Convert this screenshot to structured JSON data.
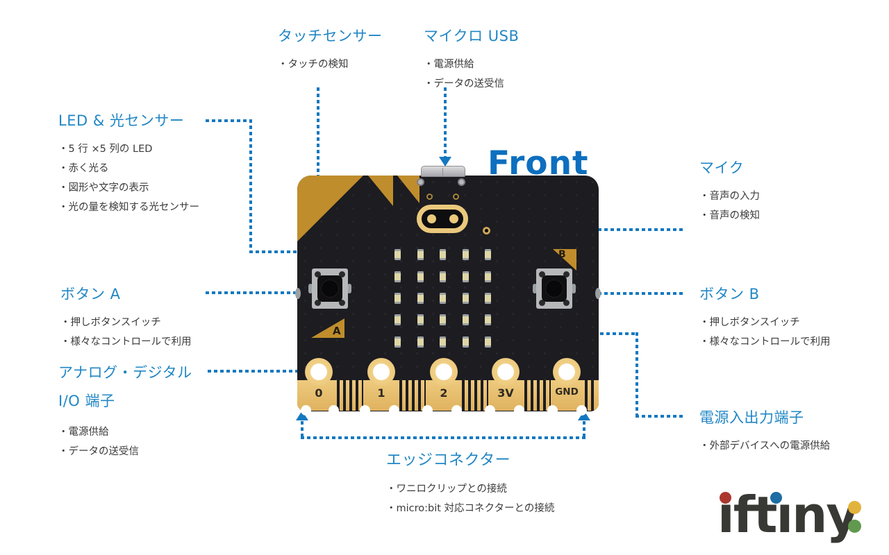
{
  "front_label": "Front",
  "annotations": {
    "touch": {
      "title": "タッチセンサー",
      "bullets": [
        "・タッチの検知"
      ]
    },
    "usb": {
      "title": "マイクロ USB",
      "bullets": [
        "・電源供給",
        "・データの送受信"
      ]
    },
    "led": {
      "title": "LED & 光センサー",
      "bullets": [
        "・5 行 ×5 列の LED",
        "・赤く光る",
        "・図形や文字の表示",
        "・光の量を検知する光センサー"
      ]
    },
    "mic": {
      "title": "マイク",
      "bullets": [
        "・音声の入力",
        "・音声の検知"
      ]
    },
    "button_a": {
      "title": "ボタン A",
      "bullets": [
        "・押しボタンスイッチ",
        "・様々なコントロールで利用"
      ]
    },
    "button_b": {
      "title": "ボタン B",
      "bullets": [
        "・押しボタンスイッチ",
        "・様々なコントロールで利用"
      ]
    },
    "io": {
      "title": "アナログ・デジタル\nI/O 端子",
      "bullets": [
        "・電源供給",
        "・データの送受信"
      ]
    },
    "power": {
      "title": "電源入出力端子",
      "bullets": [
        "・外部デバイスへの電源供給"
      ]
    },
    "edge": {
      "title": "エッジコネクター",
      "bullets": [
        "・ワニロクリップとの接続",
        "・micro:bit 対応コネクターとの接続"
      ]
    }
  },
  "board": {
    "pins": [
      "0",
      "1",
      "2",
      "3V",
      "GND"
    ],
    "button_a_label": "A",
    "button_b_label": "B"
  },
  "logo": {
    "letters": [
      "ı",
      "f",
      "t",
      "ı",
      "n",
      "y"
    ],
    "colors": {
      "text": "#383834",
      "i1_dot": "#ab3830",
      "i2_dot": "#1d6ca3",
      "colon_top": "#e2b33c",
      "colon_bottom": "#619a4e"
    }
  },
  "colors": {
    "heading_blue": "#2187c5",
    "front_blue": "#0d6fbf",
    "connector_line_blue": "#1478c0",
    "board_black": "#1c1c21",
    "corner_gold": "#c08d2c",
    "edge_gold": "#e8bf6e"
  }
}
